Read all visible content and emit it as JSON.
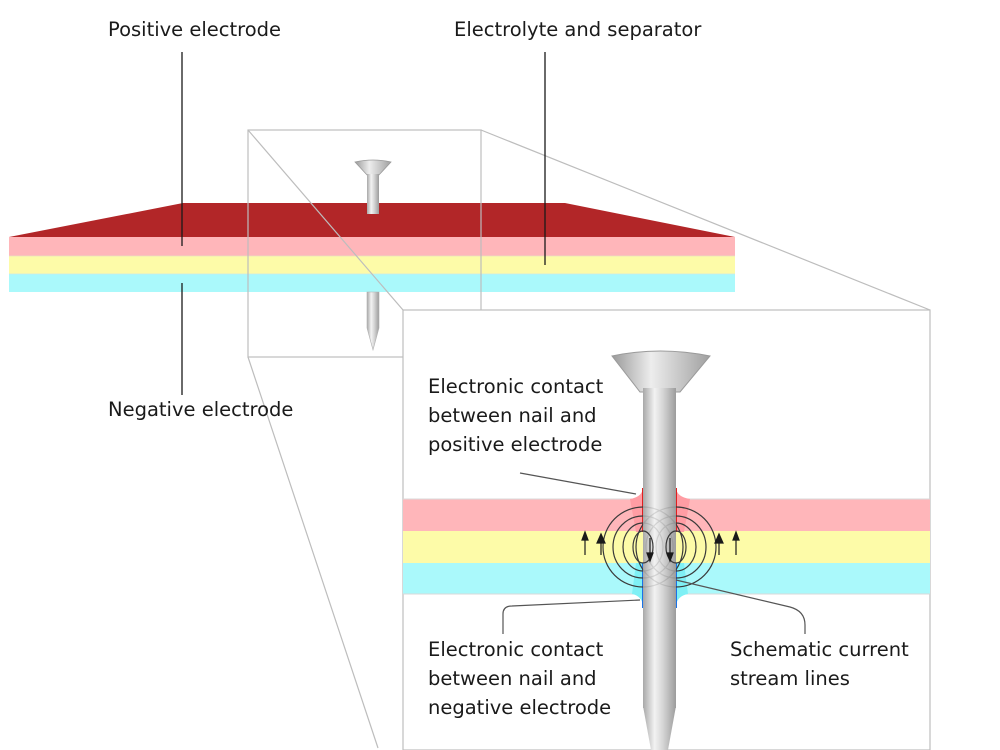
{
  "labels": {
    "positive_electrode": "Positive electrode",
    "electrolyte_separator": "Electrolyte and separator",
    "negative_electrode": "Negative electrode",
    "contact_positive": [
      "Electronic contact",
      "between nail and",
      "positive electrode"
    ],
    "contact_negative": [
      "Electronic contact",
      "between nail and",
      "negative electrode"
    ],
    "stream_lines": [
      "Schematic current",
      "stream lines"
    ]
  },
  "colors": {
    "top_layer": "#b22628",
    "positive_layer": "#ffb6ba",
    "separator_layer": "#fdfba8",
    "negative_layer": "#aaf9fb",
    "nail": "#d4d4d4",
    "nail_edge": "#9a9a9a",
    "frame": "#bdbdbd",
    "leader": "#1a1a1a",
    "contact_positive": "#e02020",
    "contact_negative": "#1a73e8"
  },
  "icons": [
    "nail",
    "current-arrow"
  ]
}
